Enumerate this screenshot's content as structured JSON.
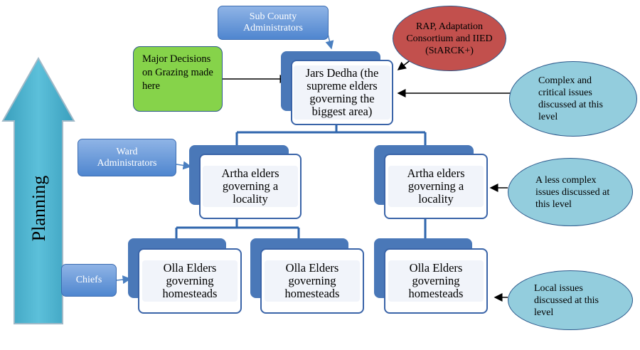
{
  "colors": {
    "node_border": "#3a64a8",
    "node_shadow": "#4a78b8",
    "green_box": "#86d34a",
    "red_ellipse": "#c2504d",
    "blue_ellipse": "#93cddd",
    "arrow": "#4bacc6"
  },
  "planning": {
    "label": "Planning"
  },
  "top_node": {
    "text": "Jars Dedha (the supreme elders governing the biggest area)"
  },
  "artha_nodes": [
    {
      "text": "Artha elders governing a locality"
    },
    {
      "text": "Artha elders governing a locality"
    }
  ],
  "olla_nodes": [
    {
      "text": "Olla Elders governing homesteads"
    },
    {
      "text": "Olla Elders governing homesteads"
    },
    {
      "text": "Olla Elders governing homesteads"
    }
  ],
  "labels": {
    "sub_county": "Sub County Administrators",
    "ward": "Ward Administrators",
    "chiefs": "Chiefs"
  },
  "major_decisions": "Major Decisions on Grazing made here",
  "rap": "RAP, Adaptation Consortium and IIED (StARCK+)",
  "issue_levels": {
    "complex": "Complex and critical issues discussed at this level",
    "less_complex": "A less complex issues discussed at this level",
    "local": "Local issues discussed at this level"
  }
}
